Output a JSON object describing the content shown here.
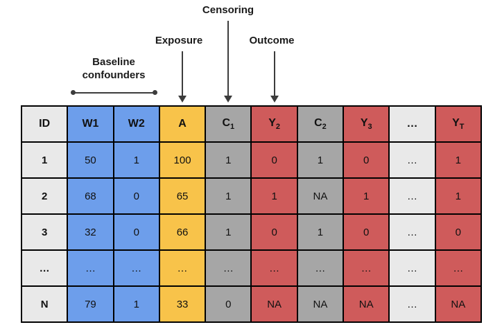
{
  "annotations": {
    "censoring": "Censoring",
    "exposure": "Exposure",
    "outcome": "Outcome",
    "baseline_line1": "Baseline",
    "baseline_line2": "confounders"
  },
  "colors": {
    "id_col": "#e9e9e9",
    "confounder_col": "#6d9eeb",
    "exposure_col": "#f8c34a",
    "censoring_col": "#a6a6a6",
    "outcome_col": "#cf5b5b",
    "ellipsis_col": "#e9e9e9",
    "border_col": "#000000",
    "arrow_col": "#3c3c3c"
  },
  "table": {
    "headers": [
      {
        "base": "ID",
        "sub": ""
      },
      {
        "base": "W1",
        "sub": ""
      },
      {
        "base": "W2",
        "sub": ""
      },
      {
        "base": "A",
        "sub": ""
      },
      {
        "base": "C",
        "sub": "1"
      },
      {
        "base": "Y",
        "sub": "2"
      },
      {
        "base": "C",
        "sub": "2"
      },
      {
        "base": "Y",
        "sub": "3"
      },
      {
        "base": "…",
        "sub": ""
      },
      {
        "base": "Y",
        "sub": "T"
      }
    ],
    "rows": [
      [
        "1",
        "50",
        "1",
        "100",
        "1",
        "0",
        "1",
        "0",
        "…",
        "1"
      ],
      [
        "2",
        "68",
        "0",
        "65",
        "1",
        "1",
        "NA",
        "1",
        "…",
        "1"
      ],
      [
        "3",
        "32",
        "0",
        "66",
        "1",
        "0",
        "1",
        "0",
        "…",
        "0"
      ],
      [
        "…",
        "…",
        "…",
        "…",
        "…",
        "…",
        "…",
        "…",
        "…",
        "…"
      ],
      [
        "N",
        "79",
        "1",
        "33",
        "0",
        "NA",
        "NA",
        "NA",
        "…",
        "NA"
      ]
    ]
  }
}
